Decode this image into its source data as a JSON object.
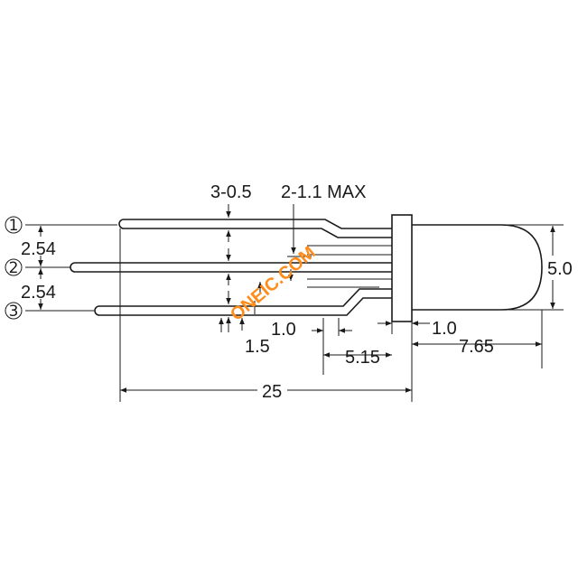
{
  "dimensions": {
    "lead_width": "3-0.5",
    "square_lead": "2-1.1 MAX",
    "pitch_top": "2.54",
    "pitch_bottom": "2.54",
    "lead_gap": "1.0",
    "offset": "1.5",
    "flange_length": "5.15",
    "flange_thickness": "1.0",
    "lens_length": "7.65",
    "overall_length": "25",
    "lens_diameter": "5.0"
  },
  "pins": [
    "1",
    "2",
    "3"
  ],
  "watermark": "ONEIC.COM"
}
